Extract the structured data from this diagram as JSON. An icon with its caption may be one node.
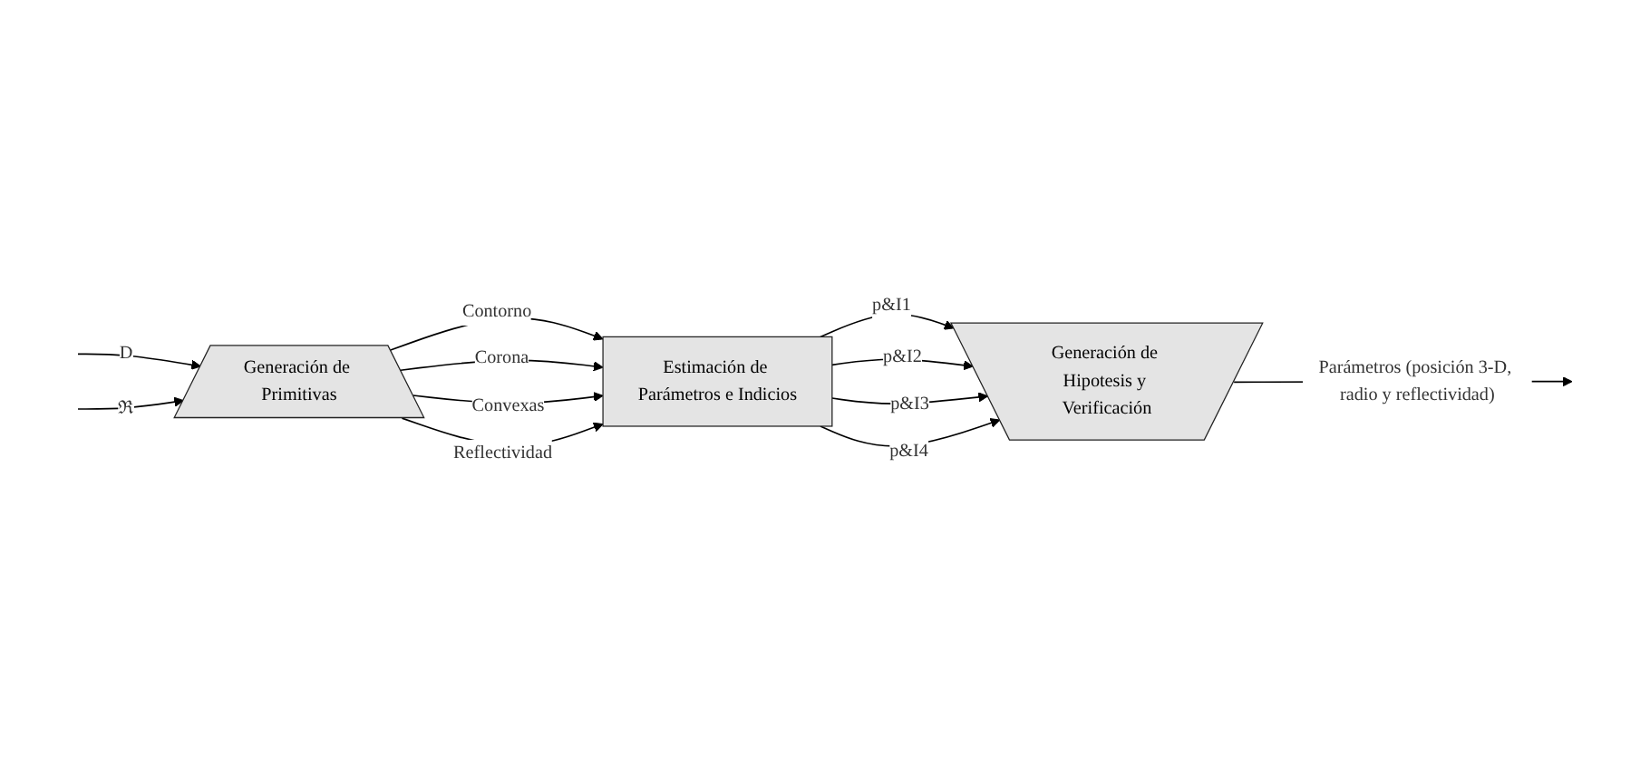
{
  "diagram": {
    "nodes": [
      {
        "text": [
          "Generación de Primitivas"
        ]
      },
      {
        "text": [
          "Estimación de Parámetros e Indicios"
        ]
      },
      {
        "text": [
          "Generación de Hipotesis y Verificación"
        ]
      }
    ],
    "edges": [
      {
        "from": null,
        "to": 0,
        "arrow": "to",
        "label": "D"
      },
      {
        "from": null,
        "to": 0,
        "arrow": "to",
        "label": "ℜ"
      },
      {
        "from": 0,
        "to": 1,
        "arrow": "to",
        "label": "Contorno"
      },
      {
        "from": 0,
        "to": 1,
        "arrow": "to",
        "label": "Corona"
      },
      {
        "from": 0,
        "to": 1,
        "arrow": "to",
        "label": "Convexas"
      },
      {
        "from": 0,
        "to": 1,
        "arrow": "to",
        "label": "Reflectividad"
      },
      {
        "from": 1,
        "to": 2,
        "arrow": "to",
        "label": "p&I1"
      },
      {
        "from": 1,
        "to": 2,
        "arrow": "to",
        "label": "p&I2"
      },
      {
        "from": 1,
        "to": 2,
        "arrow": "to",
        "label": "p&I3"
      },
      {
        "from": 1,
        "to": 2,
        "arrow": "to",
        "label": "p&I4"
      },
      {
        "from": 2,
        "to": null,
        "arrow": "to",
        "label": "Parámetros (posición 3-D, radio y reflectividad)"
      }
    ]
  }
}
